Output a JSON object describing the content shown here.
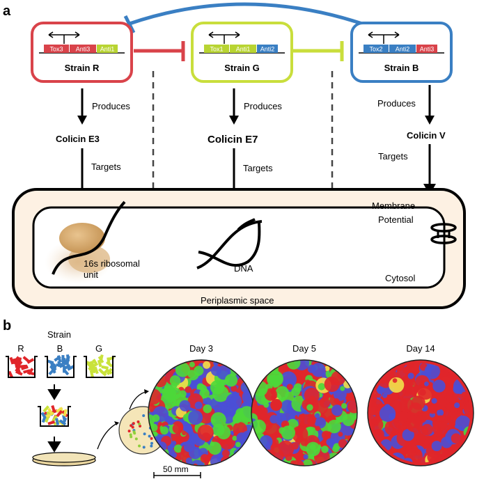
{
  "panel_a": {
    "label": "a",
    "strains": [
      {
        "name": "Strain R",
        "color": "#d9434a",
        "genes": [
          {
            "text": "Tox3",
            "color": "#d9434a"
          },
          {
            "text": "Anti3",
            "color": "#d9434a"
          },
          {
            "text": "Anti1",
            "color": "#b8d432"
          }
        ],
        "produces": "Produces",
        "colicin": "Colicin E3",
        "targets": "Targets"
      },
      {
        "name": "Strain G",
        "color": "#c9de3c",
        "genes": [
          {
            "text": "Tox1",
            "color": "#b8d432"
          },
          {
            "text": "Anti1",
            "color": "#b8d432"
          },
          {
            "text": "Anti2",
            "color": "#3a7fc3"
          }
        ],
        "produces": "Produces",
        "colicin": "Colicin E7",
        "targets": "Targets"
      },
      {
        "name": "Strain B",
        "color": "#3a7fc3",
        "genes": [
          {
            "text": "Tox2",
            "color": "#3a7fc3"
          },
          {
            "text": "Anti2",
            "color": "#3a7fc3"
          },
          {
            "text": "Anti3",
            "color": "#d9434a"
          }
        ],
        "produces": "Produces",
        "colicin": "Colicin V",
        "targets": "Targets"
      }
    ],
    "cell": {
      "membrane": "Membrane",
      "potential": "Potential",
      "ribosome": "16s ribosomal unit",
      "dna": "DNA",
      "cytosol": "Cytosol",
      "periplasm": "Periplasmic space",
      "periplasm_color": "#fdf1e3",
      "ribosome_color": "#c69556"
    }
  },
  "panel_b": {
    "label": "b",
    "strain_title": "Strain",
    "strain_labels": [
      "R",
      "B",
      "G"
    ],
    "days": [
      "Day 3",
      "Day 5",
      "Day 14"
    ],
    "scale_bar": "50 mm",
    "colors": {
      "red": "#e0262a",
      "blue": "#4a4fd6",
      "green": "#4cd83a",
      "yellow": "#f2e14a"
    }
  }
}
